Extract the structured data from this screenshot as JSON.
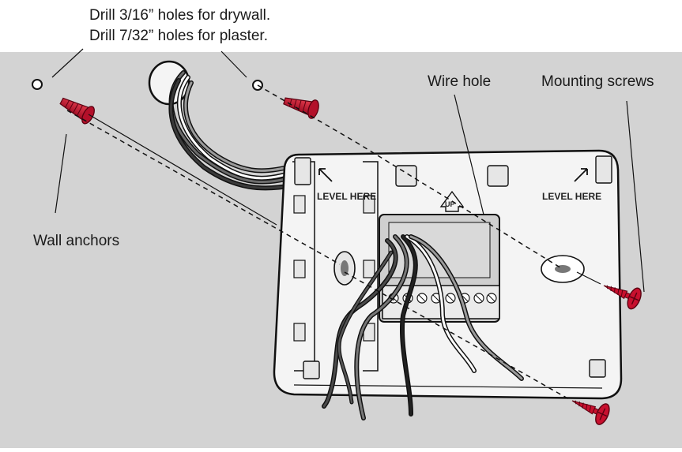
{
  "callouts": {
    "drill_drywall": "Drill 3/16” holes for drywall.",
    "drill_plaster": "Drill 7/32” holes for plaster.",
    "wire_hole": "Wire hole",
    "mounting_screws": "Mounting screws",
    "wall_anchors": "Wall anchors"
  },
  "plate_markings": {
    "level_left": "LEVEL HERE",
    "level_right": "LEVEL HERE",
    "up": "UP"
  },
  "colors": {
    "wall": "#d3d3d3",
    "hardware_red": "#c8102e",
    "plate": "#f4f4f4",
    "outline": "#1a1a1a"
  }
}
